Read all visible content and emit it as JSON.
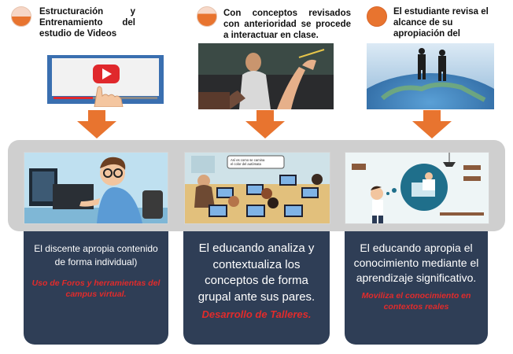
{
  "steps": [
    {
      "header": "Estructuración y Entrenamiento del estudio de Videos",
      "description": "El discente apropia contenido de forma individual)",
      "highlight": "Uso de Foros y herramientas del campus virtual."
    },
    {
      "header": "Con conceptos revisados con anterioridad se procede a interactuar en clase.",
      "description": "El educando analiza y contextualiza los conceptos de forma grupal ante sus pares.",
      "highlight": "Desarrollo de Talleres."
    },
    {
      "header": "El estudiante revisa el alcance de su apropiación del",
      "description": "El educando apropia el conocimiento mediante el aprendizaje significativo.",
      "highlight": "Moviliza el conocimiento en contextos reales"
    }
  ],
  "speech_bubble": "Así es como se camina el color del autómata",
  "colors": {
    "accent_orange": "#e8742f",
    "card_bg": "#2f3e56",
    "highlight_red": "#e22b2b",
    "band_grey": "#cfcfcf"
  }
}
